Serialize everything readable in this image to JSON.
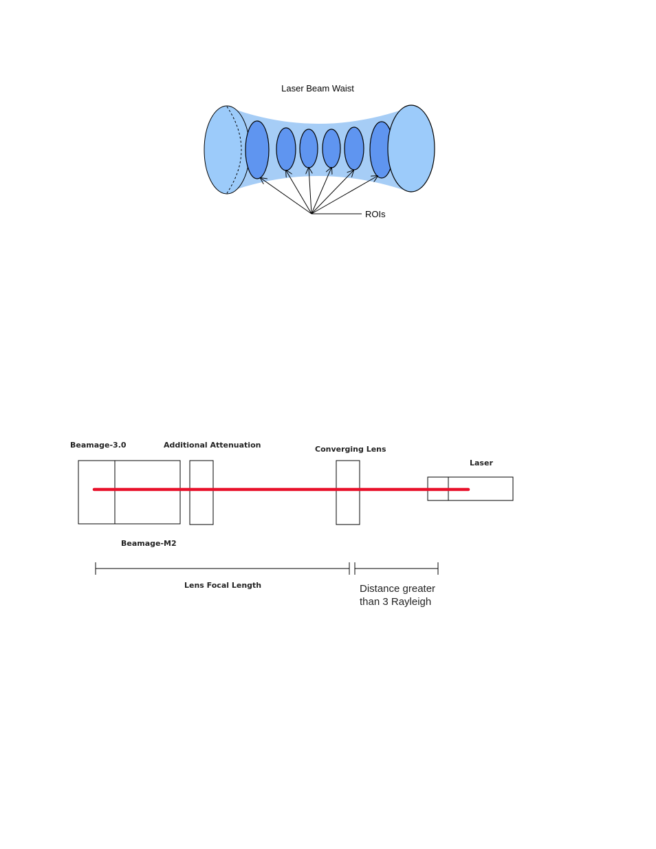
{
  "waist_diagram": {
    "title": "Laser Beam Waist",
    "roi_label": "ROIs"
  },
  "setup_diagram": {
    "beamage_30": "Beamage-3.0",
    "additional_attenuation": "Additional Attenuation",
    "converging_lens": "Converging Lens",
    "laser": "Laser",
    "beamage_m2": "Beamage-M2",
    "lens_focal_length": "Lens Focal Length",
    "distance_line1": "Distance greater",
    "distance_line2": "than 3 Rayleigh"
  },
  "colors": {
    "beam_light": "#a6cdf6",
    "beam_fill": "#9ccbfa",
    "roi_fill": "#5f95f0",
    "laser_red": "#e8102a"
  }
}
